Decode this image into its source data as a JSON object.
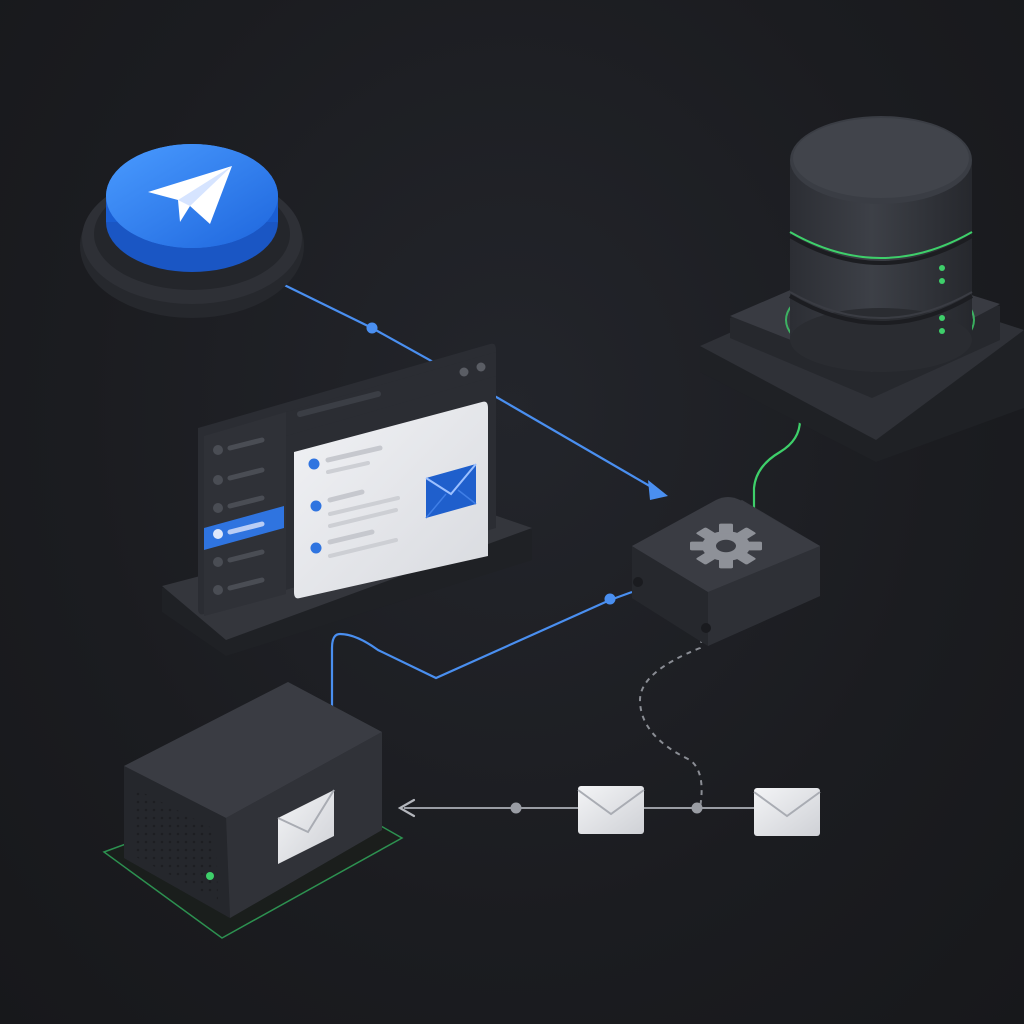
{
  "diagram": {
    "nodes": [
      {
        "id": "telegram",
        "icon": "paper-plane-icon"
      },
      {
        "id": "dashboard",
        "icon": "mail-icon"
      },
      {
        "id": "database",
        "icon": "database-icon"
      },
      {
        "id": "processor",
        "icon": "gear-icon"
      },
      {
        "id": "mail-server",
        "icon": "mail-icon"
      },
      {
        "id": "message-1",
        "icon": "envelope-icon"
      },
      {
        "id": "message-2",
        "icon": "envelope-icon"
      }
    ],
    "connections": [
      {
        "from": "telegram",
        "to": "processor",
        "style": "solid",
        "color": "#4a8ff0"
      },
      {
        "from": "database",
        "to": "processor",
        "style": "solid",
        "color": "#3ecf6a"
      },
      {
        "from": "processor",
        "to": "mail-server",
        "style": "solid",
        "color": "#4a8ff0"
      },
      {
        "from": "processor",
        "to": "message-queue",
        "style": "dashed",
        "color": "#8a8d94"
      },
      {
        "from": "message-queue",
        "to": "mail-server",
        "style": "solid-arrow",
        "color": "#9a9da4"
      }
    ]
  },
  "colors": {
    "accent_blue": "#2f7cf0",
    "accent_green": "#3ecf6a",
    "node_dark": "#2b2d33",
    "panel_light": "#e9eaee"
  }
}
